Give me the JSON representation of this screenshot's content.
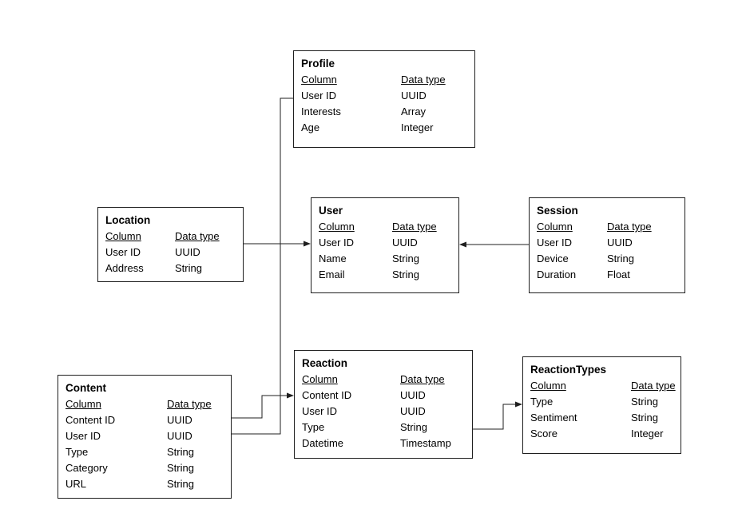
{
  "diagram": {
    "kind": "entity-relationship-diagram",
    "background_color": "#ffffff",
    "line_color": "#1f1f1f",
    "text_color": "#000000"
  },
  "tables": [
    {
      "title": "Profile",
      "headers": [
        "Column",
        "Data type"
      ],
      "rows": [
        [
          "User ID",
          "UUID"
        ],
        [
          "Interests",
          "Array"
        ],
        [
          "Age",
          "Integer"
        ]
      ]
    },
    {
      "title": "Location",
      "headers": [
        "Column",
        "Data type"
      ],
      "rows": [
        [
          "User ID",
          "UUID"
        ],
        [
          "Address",
          "String"
        ]
      ]
    },
    {
      "title": "User",
      "headers": [
        "Column",
        "Data type"
      ],
      "rows": [
        [
          "User ID",
          "UUID"
        ],
        [
          "Name",
          "String"
        ],
        [
          "Email",
          "String"
        ]
      ]
    },
    {
      "title": "Session",
      "headers": [
        "Column",
        "Data type"
      ],
      "rows": [
        [
          "User ID",
          "UUID"
        ],
        [
          "Device",
          "String"
        ],
        [
          "Duration",
          "Float"
        ]
      ]
    },
    {
      "title": "Content",
      "headers": [
        "Column",
        "Data type"
      ],
      "rows": [
        [
          "Content ID",
          "UUID"
        ],
        [
          "User ID",
          "UUID"
        ],
        [
          "Type",
          "String"
        ],
        [
          "Category",
          "String"
        ],
        [
          "URL",
          "String"
        ]
      ]
    },
    {
      "title": "Reaction",
      "headers": [
        "Column",
        "Data type"
      ],
      "rows": [
        [
          "Content ID",
          "UUID"
        ],
        [
          "User ID",
          "UUID"
        ],
        [
          "Type",
          "String"
        ],
        [
          "Datetime",
          "Timestamp"
        ]
      ]
    },
    {
      "title": "ReactionTypes",
      "headers": [
        "Column",
        "Data type"
      ],
      "rows": [
        [
          "Type",
          "String"
        ],
        [
          "Sentiment",
          "String"
        ],
        [
          "Score",
          "Integer"
        ]
      ]
    }
  ],
  "relationships": [
    {
      "from": "Location.User ID",
      "to": "User.User ID",
      "arrow_at": "User"
    },
    {
      "from": "Session.User ID",
      "to": "User.User ID",
      "arrow_at": "User"
    },
    {
      "from": "Profile.User ID",
      "to": "User.User ID",
      "arrow_at": "User"
    },
    {
      "from": "Content.User ID",
      "to": "User.User ID",
      "arrow_at": "User"
    },
    {
      "from": "Content.Content ID",
      "to": "Reaction.Content ID",
      "arrow_at": "Reaction"
    },
    {
      "from": "Reaction.Type",
      "to": "ReactionTypes.Type",
      "arrow_at": "ReactionTypes"
    }
  ]
}
